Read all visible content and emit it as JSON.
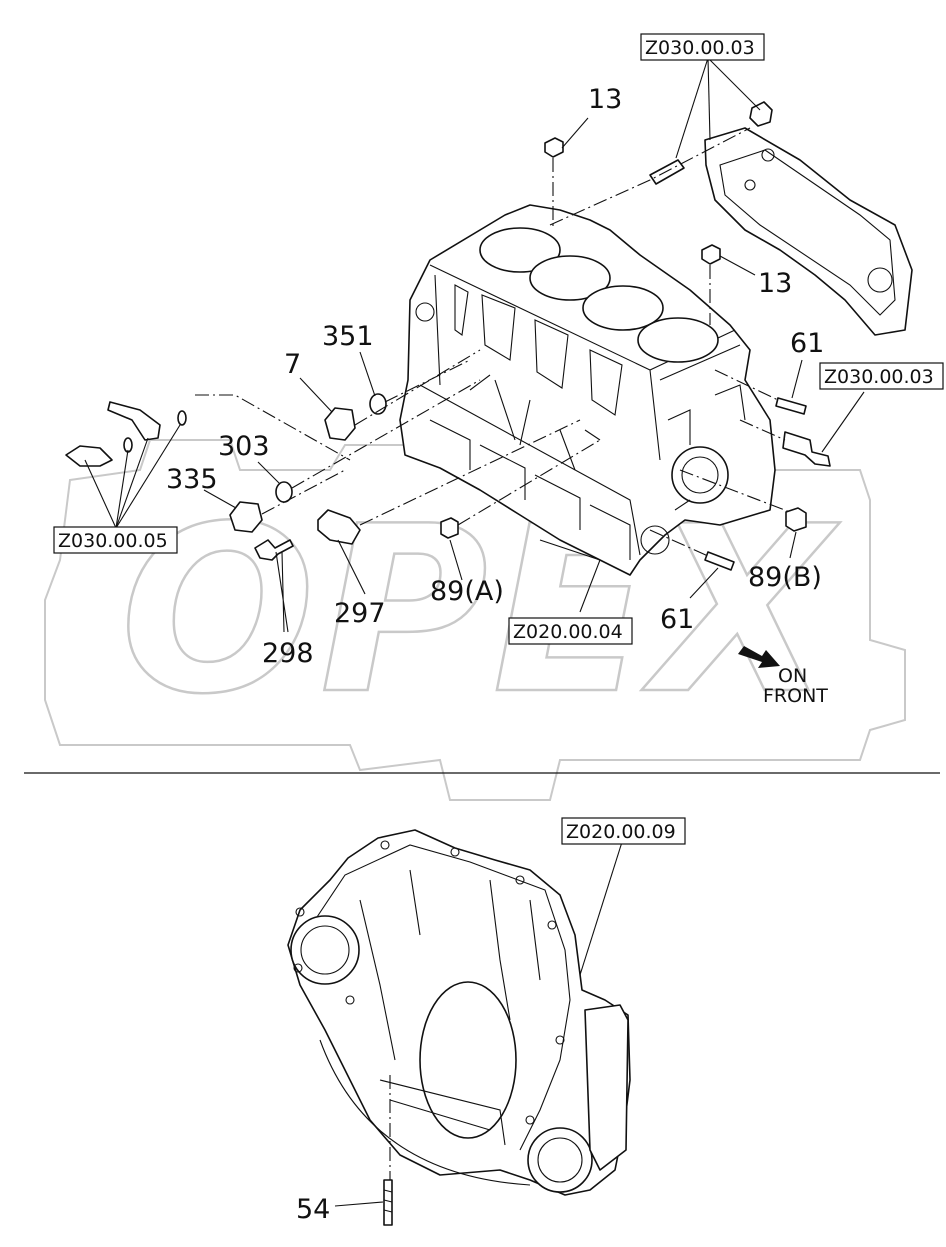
{
  "watermark": {
    "text": "OPEX"
  },
  "corner_mark": "",
  "upper_view": {
    "part_labels": {
      "p13_top": "13",
      "p13_mid": "13",
      "p351": "351",
      "p7": "7",
      "p303": "303",
      "p335": "335",
      "p61_right": "61",
      "p61_bottom": "61",
      "p297": "297",
      "p298": "298",
      "p89a": "89(A)",
      "p89b": "89(B)"
    },
    "refs": {
      "cover_top": "Z030.00.03",
      "right_plug": "Z030.00.03",
      "left_bolts": "Z030.00.05",
      "block": "Z020.00.04"
    },
    "direction": {
      "line1": "ON",
      "line2": "FRONT"
    }
  },
  "lower_view": {
    "refs": {
      "flywheel_housing": "Z020.00.09"
    },
    "part_labels": {
      "p54": "54"
    }
  }
}
